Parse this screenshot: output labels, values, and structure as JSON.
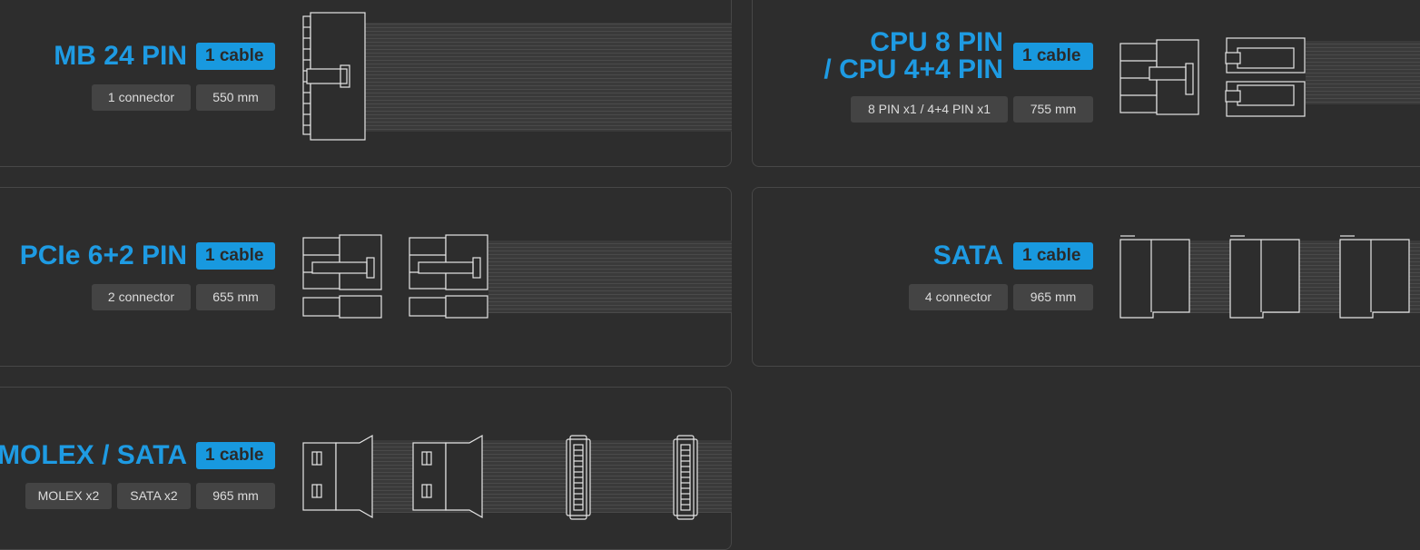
{
  "cards": {
    "mb": {
      "title": "MB 24 PIN",
      "badge": "1 cable",
      "chips": [
        "1 connector",
        "550 mm"
      ]
    },
    "cpu": {
      "title_line1": "CPU 8 PIN",
      "title_line2": "/ CPU 4+4 PIN",
      "badge": "1 cable",
      "chips": [
        "8 PIN x1 / 4+4 PIN x1",
        "755 mm"
      ]
    },
    "pcie": {
      "title": "PCIe 6+2 PIN",
      "badge": "1 cable",
      "chips": [
        "2 connector",
        "655 mm"
      ]
    },
    "sata": {
      "title": "SATA",
      "badge": "1 cable",
      "chips": [
        "4 connector",
        "965 mm"
      ]
    },
    "molex": {
      "title": "MOLEX / SATA",
      "badge": "1 cable",
      "chips": [
        "MOLEX x2",
        "SATA x2",
        "965 mm"
      ]
    }
  },
  "colors": {
    "background": "#2d2d2d",
    "accent": "#1e9be3",
    "badge_bg": "#1899df",
    "chip_bg": "#444444",
    "card_border": "#474747"
  },
  "icons": {
    "mb": "atx-24pin-connector-icon",
    "cpu": "eps-8pin-connector-icon",
    "pcie": "pcie-6plus2-connector-icon",
    "sata": "sata-power-connector-icon",
    "molex": "molex-connector-icon"
  }
}
